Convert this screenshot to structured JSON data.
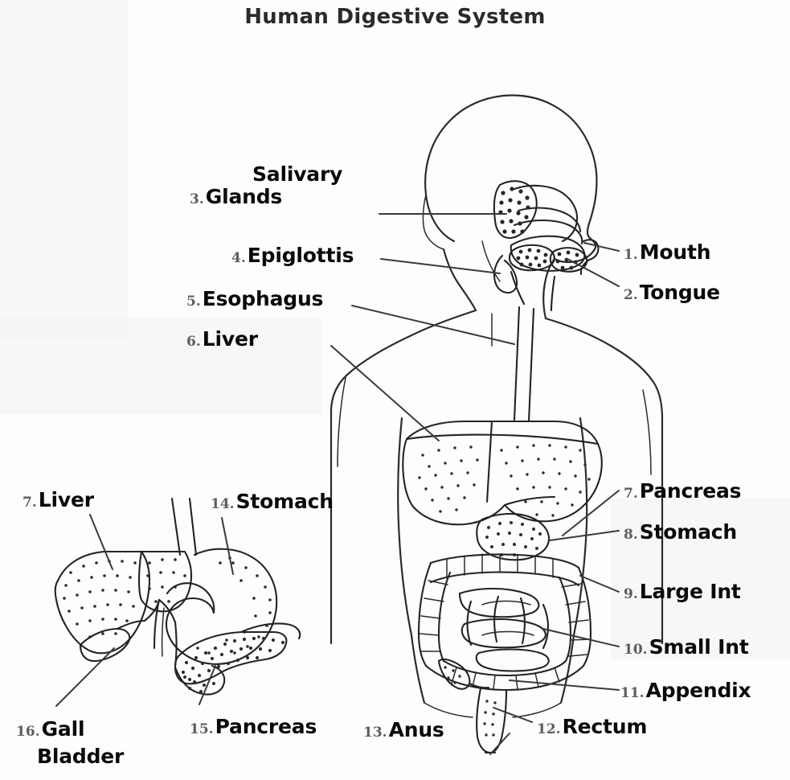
{
  "title": "Human Digestive System",
  "diagram": {
    "type": "anatomical-line-diagram",
    "subject": "human digestive system",
    "views": [
      "full-body cutaway",
      "liver-stomach-pancreas detail inset"
    ]
  },
  "labels": {
    "mouth": {
      "num": "1.",
      "text": "Mouth"
    },
    "tongue": {
      "num": "2.",
      "text": "Tongue"
    },
    "salivary": {
      "num": "3.",
      "word1": "Salivary",
      "word2": "Glands"
    },
    "epiglottis": {
      "num": "4.",
      "text": "Epiglottis"
    },
    "esophagus": {
      "num": "5.",
      "text": "Esophagus"
    },
    "liver_main": {
      "num": "6.",
      "text": "Liver"
    },
    "pancreas": {
      "num": "7.",
      "text": "Pancreas"
    },
    "stomach": {
      "num": "8.",
      "text": "Stomach"
    },
    "large_int": {
      "num": "9.",
      "text": "Large Int"
    },
    "small_int": {
      "num": "10.",
      "text": "Small Int"
    },
    "appendix": {
      "num": "11.",
      "text": "Appendix"
    },
    "rectum": {
      "num": "12.",
      "text": "Rectum"
    },
    "anus": {
      "num": "13.",
      "text": "Anus"
    },
    "inset_stomach": {
      "num": "14.",
      "text": "Stomach"
    },
    "inset_pancreas": {
      "num": "15.",
      "text": "Pancreas"
    },
    "inset_gall": {
      "num": "16.",
      "line1": "Gall",
      "line2": "Bladder"
    },
    "inset_liver": {
      "num": "7.",
      "text": "Liver"
    }
  },
  "colors": {
    "background": "#fdfdfc",
    "ink": "#232323",
    "leader": "#3a3a3a",
    "label_text": "#0a0a0a",
    "number_text": "#5d5d5d",
    "title_text": "#2b2b2b"
  }
}
